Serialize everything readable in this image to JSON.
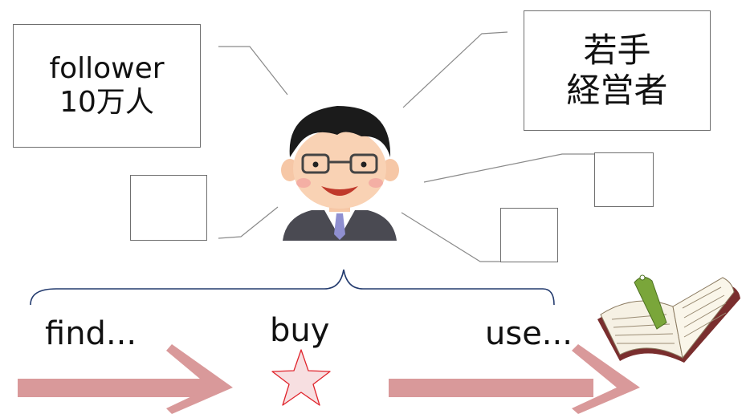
{
  "profile": {
    "attribute_boxes": [
      {
        "id": "followers",
        "lines": [
          "follower",
          "10万人"
        ]
      },
      {
        "id": "young-executive",
        "lines": [
          "若手",
          "経営者"
        ]
      },
      {
        "id": "empty-1",
        "lines": []
      },
      {
        "id": "empty-2",
        "lines": []
      },
      {
        "id": "empty-3",
        "lines": []
      }
    ],
    "person_icon": "businessman-icon"
  },
  "journey": {
    "stages": [
      {
        "id": "find",
        "label": "find..."
      },
      {
        "id": "buy",
        "label": "buy"
      },
      {
        "id": "use",
        "label": "use..."
      }
    ],
    "arrow_color": "#d9999a",
    "star_icon": "star-icon",
    "book_icon": "open-book-icon"
  },
  "colors": {
    "box_border": "#6f6f6f",
    "brace": "#233b6e",
    "arrow": "#d9999a",
    "star_stroke": "#e0242c",
    "star_fill": "#f7dfe1"
  }
}
